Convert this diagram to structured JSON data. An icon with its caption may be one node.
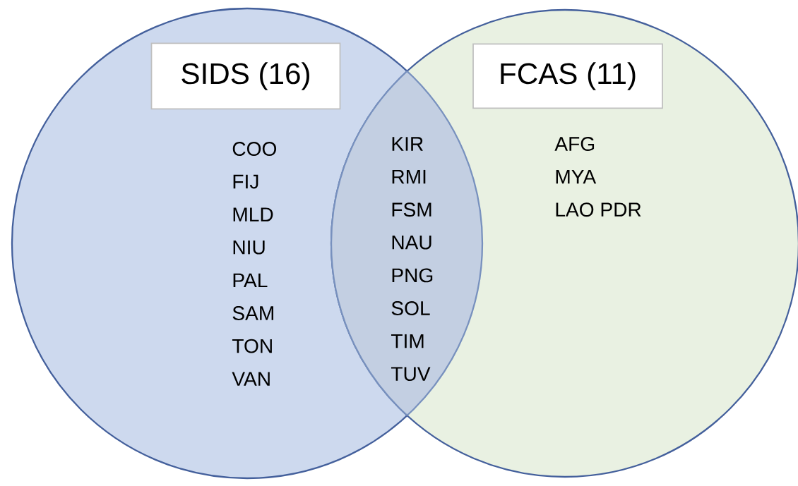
{
  "diagram": {
    "nodes": [
      {
        "text": [],
        "shape": "circle"
      },
      {
        "text": [],
        "shape": "circle"
      },
      {
        "text": [
          "SIDS (16)"
        ],
        "in": 0
      },
      {
        "text": [
          "FCAS (11)"
        ],
        "in": 1
      }
    ],
    "edges": [],
    "labels": [
      "COO",
      "FIJ",
      "MLD",
      "NIU",
      "PAL",
      "SAM",
      "TON",
      "VAN",
      "KIR",
      "RMI",
      "FSM",
      "NAU",
      "PNG",
      "SOL",
      "TIM",
      "TUV",
      "AFG",
      "MYA",
      "LAO PDR"
    ]
  }
}
